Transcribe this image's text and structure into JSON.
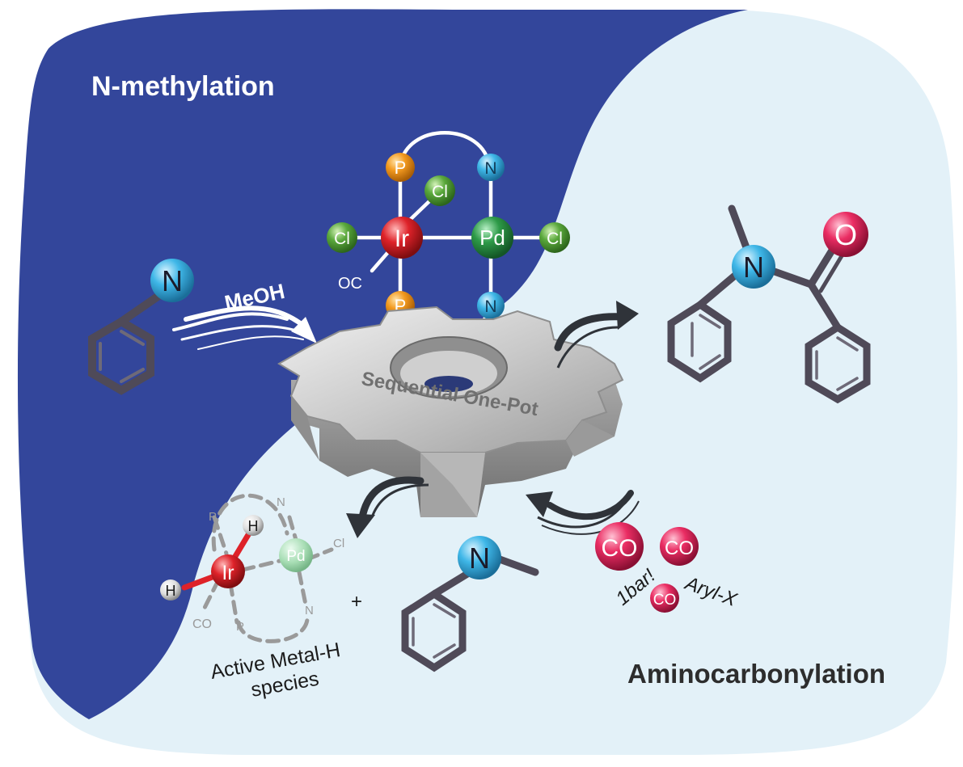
{
  "colors": {
    "dark_blue": "#33469b",
    "light_blue": "#e3f1f8",
    "atom_N": "#3fb7e8",
    "atom_P": "#f39a1f",
    "atom_Cl": "#5aa83c",
    "atom_Ir": "#de2229",
    "atom_Pd": "#2d9a48",
    "atom_O": "#ea2d63",
    "bond": "#4f4a58",
    "gear": "#b8b8b8"
  },
  "regions": {
    "top_left_label": "N-methylation",
    "bottom_right_label": "Aminocarbonylation"
  },
  "reagent": {
    "label": "MeOH"
  },
  "gear": {
    "label": "Sequential One-Pot"
  },
  "catalyst": {
    "metal_1": "Ir",
    "metal_2": "Pd",
    "ligand_p_top": "P",
    "ligand_p_bottom": "P",
    "ligand_n_top": "N",
    "ligand_n_bottom": "N",
    "cl_ir_top": "Cl",
    "cl_ir_left": "Cl",
    "cl_pd_right": "Cl",
    "co_label": "OC"
  },
  "active_species": {
    "metal_1": "Ir",
    "metal_2": "Pd",
    "hydride_1": "H",
    "hydride_2": "H",
    "p_top": "P",
    "p_bottom": "P",
    "n_top": "N",
    "n_bottom": "N",
    "cl": "Cl",
    "co": "CO",
    "caption_line_1": "Active Metal-H",
    "caption_line_2": "species"
  },
  "plus_sign": "+",
  "molecules": {
    "aniline_N": "N",
    "methylaniline_N": "N",
    "amide_N": "N",
    "amide_O": "O"
  },
  "co_feed": {
    "co_1": "CO",
    "co_2": "CO",
    "co_3": "CO",
    "pressure": "1bar!",
    "aryl": "Aryl-X"
  }
}
